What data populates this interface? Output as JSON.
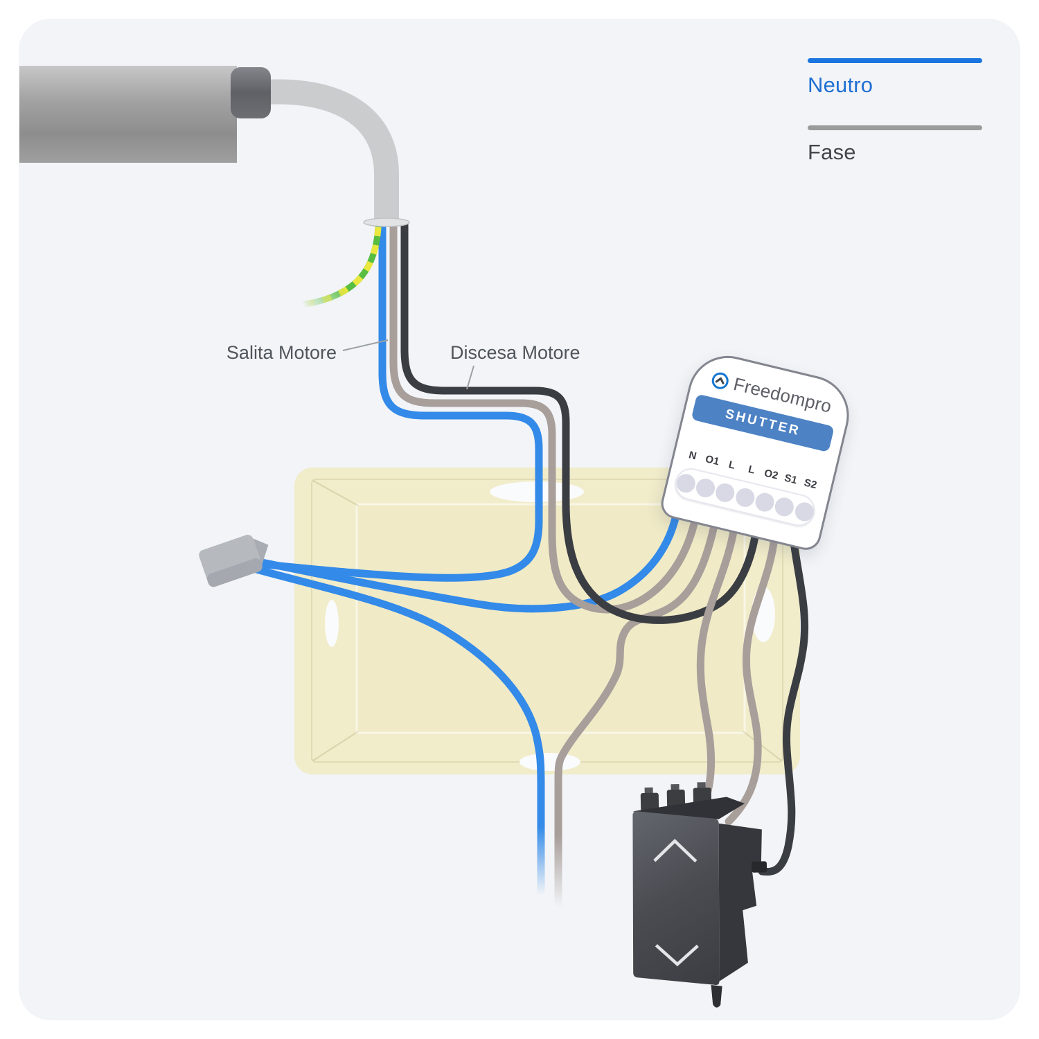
{
  "legend": {
    "items": [
      {
        "label": "Neutro",
        "color": "#1b75e0",
        "text_color": "#1f6fd2"
      },
      {
        "label": "Fase",
        "color": "#9b9b9b",
        "text_color": "#43464c"
      }
    ]
  },
  "annotations": {
    "salita_motore": "Salita Motore",
    "discesa_motore": "Discesa Motore"
  },
  "module": {
    "brand": "Freedompro",
    "product": "SHUTTER",
    "terminals": [
      "N",
      "O1",
      "L",
      "L",
      "O2",
      "S1",
      "S2"
    ],
    "banner_color": "#4d82c4",
    "logo_color": "#1576d1"
  },
  "wires": {
    "neutral_blue": "#338ae8",
    "phase_gray": "#a89e9a",
    "black": "#3a3d42",
    "ground_green": "#58bd41",
    "ground_yellow": "#eae73f",
    "sheath_gray": "#cbccce"
  },
  "palette": {
    "background": "#f2f4f7",
    "wall_box": "#f1ecca"
  }
}
